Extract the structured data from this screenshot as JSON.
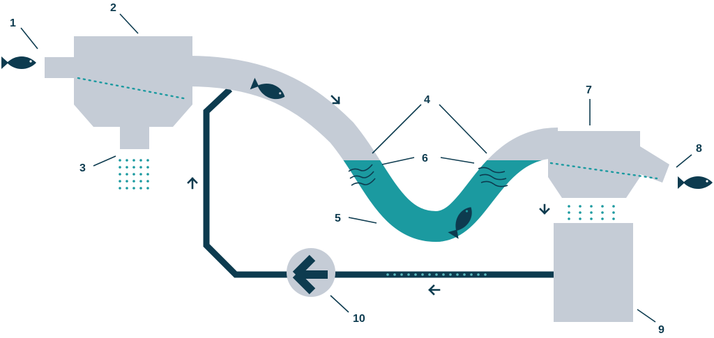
{
  "labels": {
    "l1": "1",
    "l2": "2",
    "l3": "3",
    "l4": "4",
    "l5": "5",
    "l6": "6",
    "l7": "7",
    "l8": "8",
    "l9": "9",
    "l10": "10"
  },
  "colors": {
    "equipment": "#c5ccd6",
    "water": "#1b9aa0",
    "dark": "#0d3b4f",
    "dots": "#1b9aa0",
    "background": "#ffffff"
  },
  "icons": [
    "fish-icon",
    "arrow-icon",
    "pump-icon"
  ]
}
